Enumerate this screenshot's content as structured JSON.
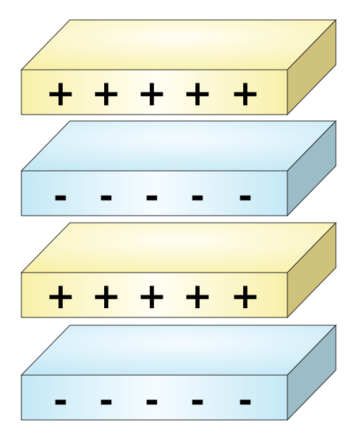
{
  "plates": [
    {
      "kind": "positive",
      "signs": [
        "+",
        "+",
        "+",
        "+",
        "+"
      ]
    },
    {
      "kind": "negative",
      "signs": [
        "-",
        "-",
        "-",
        "-",
        "-"
      ]
    },
    {
      "kind": "positive",
      "signs": [
        "+",
        "+",
        "+",
        "+",
        "+"
      ]
    },
    {
      "kind": "negative",
      "signs": [
        "-",
        "-",
        "-",
        "-",
        "-"
      ]
    }
  ],
  "colors": {
    "positive": {
      "front": "#f8f0a8",
      "top": "#f6eda0",
      "side": "#cfc37c",
      "highlight": "#fffef4"
    },
    "negative": {
      "front": "#c4e8f6",
      "top": "#c0e6f6",
      "side": "#9cbcc8",
      "highlight": "#f6fcff"
    },
    "stroke": "#222222",
    "sign": "#000000"
  }
}
